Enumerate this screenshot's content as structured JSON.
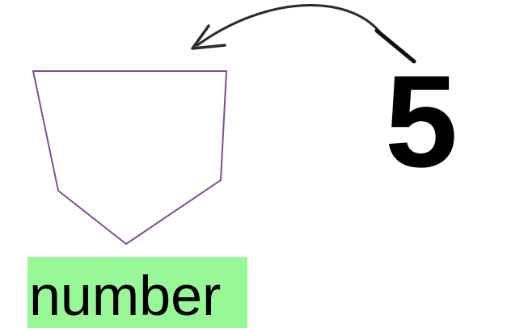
{
  "diagram": {
    "value": "5",
    "label": "number",
    "colors": {
      "pocket_outline": "#7e4f92",
      "label_background": "#98f898",
      "arrow": "#2b2b2b",
      "text": "#000000"
    },
    "icons": {
      "container": "pocket-shape",
      "connector": "curved-arrow"
    }
  }
}
